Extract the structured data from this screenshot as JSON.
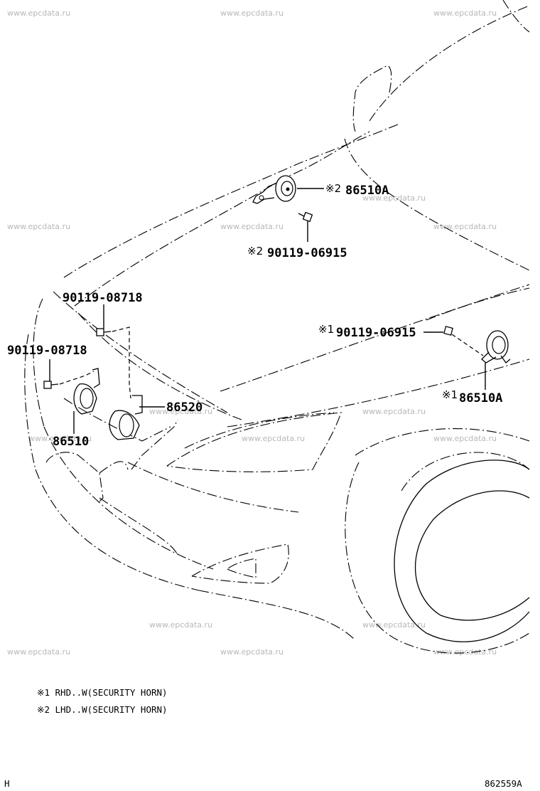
{
  "watermark": "www.epcdata.ru",
  "parts": {
    "horn_a_lhd": {
      "mark": "※2",
      "number": "86510A"
    },
    "bolt_lhd": {
      "mark": "※2",
      "number": "90119-06915"
    },
    "bolt_upper": {
      "number": "90119-08718"
    },
    "bolt_left": {
      "number": "90119-08718"
    },
    "bolt_rhd": {
      "mark": "※1",
      "number": "90119-06915"
    },
    "horn_a_rhd": {
      "mark": "※1",
      "number": "86510A"
    },
    "horn_bracket": {
      "number": "86520"
    },
    "horn": {
      "number": "86510"
    }
  },
  "notes": [
    "※1 RHD..W(SECURITY HORN)",
    "※2 LHD..W(SECURITY HORN)"
  ],
  "footer": {
    "left_code": "H",
    "diagram_id": "862559A"
  }
}
